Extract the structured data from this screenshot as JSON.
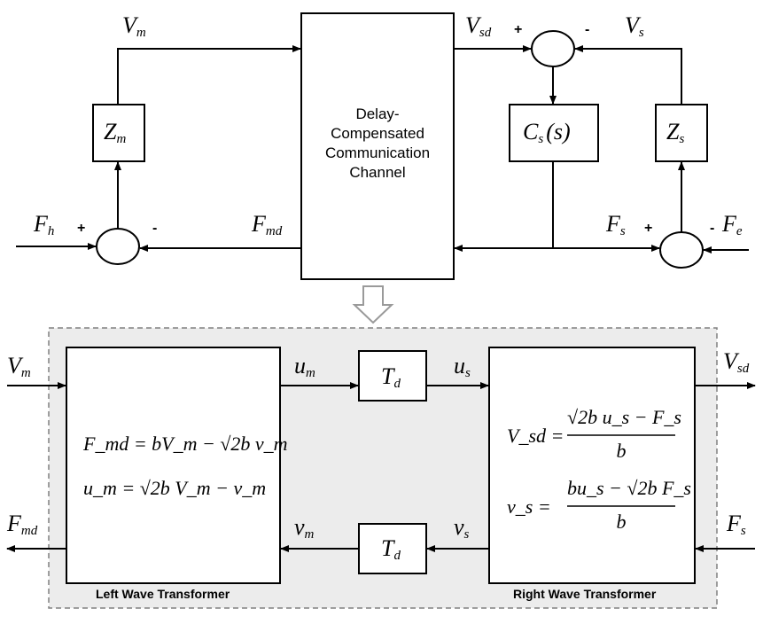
{
  "top": {
    "channel_lines": [
      "Delay-",
      "Compensated",
      "Communication",
      "Channel"
    ],
    "zm": {
      "main": "Z",
      "sub": "m"
    },
    "zs": {
      "main": "Z",
      "sub": "s"
    },
    "cs": {
      "main": "C",
      "sub": "s",
      "arg": "(s)"
    },
    "labels": {
      "vm": {
        "main": "V",
        "sub": "m"
      },
      "vsd": {
        "main": "V",
        "sub": "sd"
      },
      "vs": {
        "main": "V",
        "sub": "s"
      },
      "fh": {
        "main": "F",
        "sub": "h"
      },
      "fmd": {
        "main": "F",
        "sub": "md"
      },
      "fs": {
        "main": "F",
        "sub": "s"
      },
      "fe": {
        "main": "F",
        "sub": "e"
      }
    },
    "signs": {
      "plus": "+",
      "minus": "-"
    }
  },
  "bottom": {
    "left_caption": "Left Wave Transformer",
    "right_caption": "Right Wave Transformer",
    "td": {
      "main": "T",
      "sub": "d"
    },
    "labels": {
      "vm_in": {
        "main": "V",
        "sub": "m"
      },
      "fmd_out": {
        "main": "F",
        "sub": "md"
      },
      "um": {
        "main": "u",
        "sub": "m"
      },
      "us": {
        "main": "u",
        "sub": "s"
      },
      "vm_wave": {
        "main": "v",
        "sub": "m"
      },
      "vs_wave": {
        "main": "v",
        "sub": "s"
      },
      "vsd_out": {
        "main": "V",
        "sub": "sd"
      },
      "fs_in": {
        "main": "F",
        "sub": "s"
      }
    },
    "left_eq1": "F_md = bV_m − √2b v_m",
    "left_eq2": "u_m = √2b V_m − v_m",
    "right_eq1_lhs": "V_sd =",
    "right_eq1_num": "√2b u_s − F_s",
    "right_eq1_den": "b",
    "right_eq2_lhs": "v_s =",
    "right_eq2_num": "bu_s − √2b F_s",
    "right_eq2_den": "b"
  },
  "colors": {
    "stroke": "#000000",
    "panel_bg": "#ececec",
    "panel_border": "#808080",
    "arrow_hint": "#9a9a9a"
  }
}
